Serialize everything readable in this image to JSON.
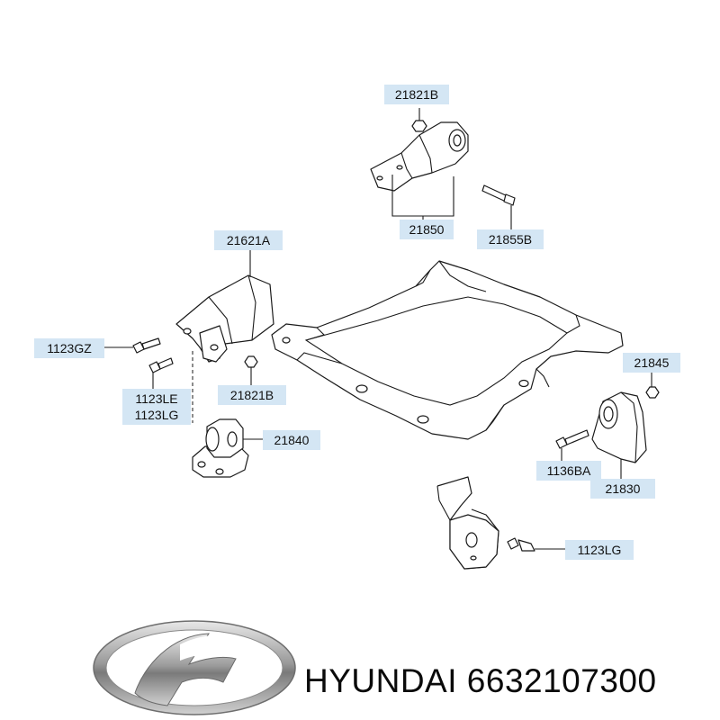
{
  "diagram": {
    "labels": [
      {
        "id": "top-nut",
        "text": "21821B"
      },
      {
        "id": "top-mount",
        "text": "21850"
      },
      {
        "id": "top-bolt",
        "text": "21855B"
      },
      {
        "id": "left-bracket",
        "text": "21621A"
      },
      {
        "id": "left-bolt",
        "text": "1123GZ"
      },
      {
        "id": "left-bolt-le",
        "text": "1123LE"
      },
      {
        "id": "left-bolt-lg",
        "text": "1123LG"
      },
      {
        "id": "left-nut",
        "text": "21821B"
      },
      {
        "id": "left-mount",
        "text": "21840"
      },
      {
        "id": "right-nut",
        "text": "21845"
      },
      {
        "id": "right-bolt",
        "text": "1136BA"
      },
      {
        "id": "right-mount",
        "text": "21830"
      },
      {
        "id": "bottom-bolt",
        "text": "1123LG"
      }
    ]
  },
  "footer": {
    "logo_icon": "hyundai-logo-icon",
    "brand": "HYUNDAI",
    "part_number": "6632107300",
    "caption": "HYUNDAI 6632107300"
  },
  "colors": {
    "label_background": "#d4e6f4",
    "line": "#1a1a1a",
    "text": "#111111"
  }
}
